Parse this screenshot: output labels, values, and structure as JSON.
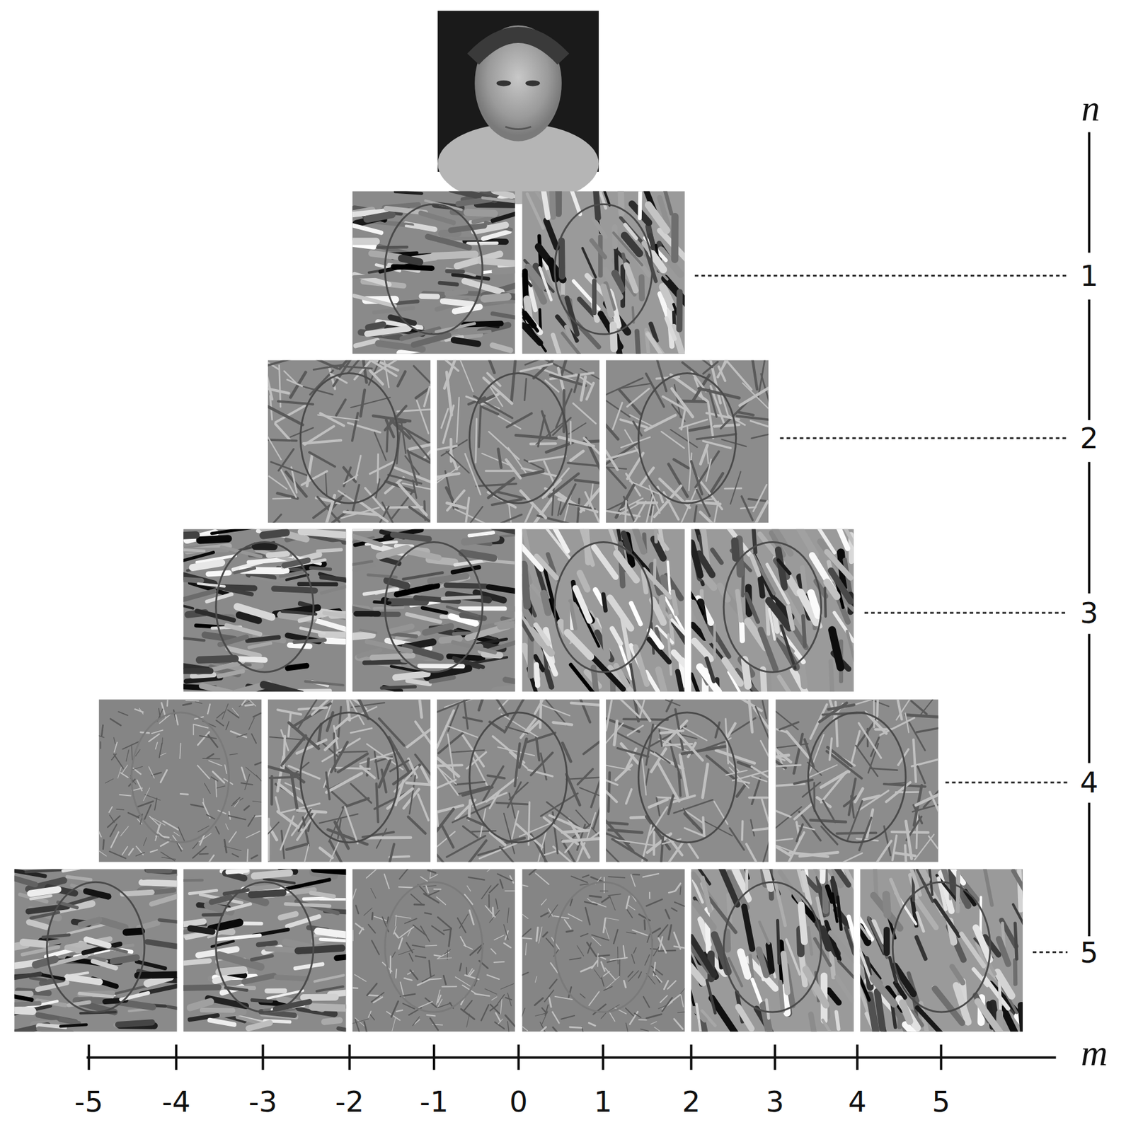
{
  "diagram": {
    "labels": [
      "n",
      "1",
      "2",
      "3",
      "4",
      "5",
      "m",
      "-5",
      "-4",
      "-3",
      "-2",
      "-1",
      "0",
      "1",
      "2",
      "3",
      "4",
      "5"
    ]
  }
}
